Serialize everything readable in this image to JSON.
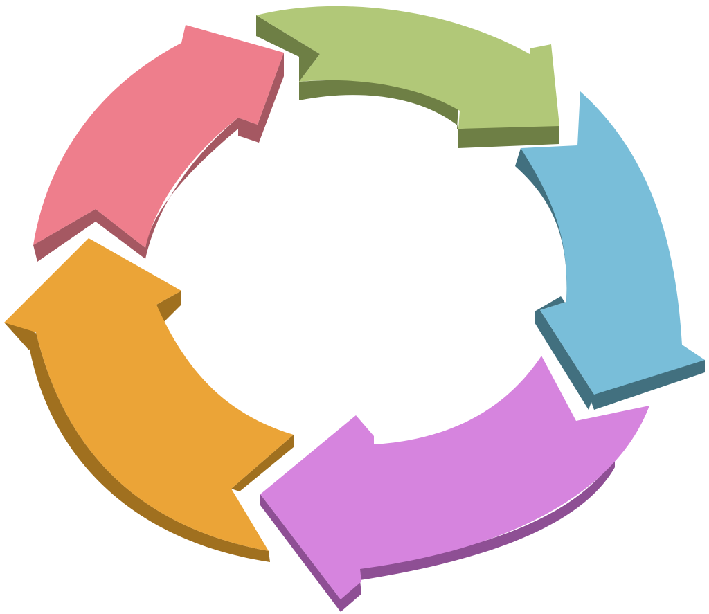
{
  "diagram": {
    "type": "cycle",
    "direction": "clockwise",
    "background": "#ffffff",
    "arrows": [
      {
        "key": "green",
        "name": "green-arrow",
        "top": "#b1c878",
        "side": "#6e7f45",
        "points_to": "blue"
      },
      {
        "key": "blue",
        "name": "blue-arrow",
        "top": "#79bed9",
        "side": "#42707f",
        "points_to": "purple"
      },
      {
        "key": "purple",
        "name": "purple-arrow",
        "top": "#d684de",
        "side": "#8e4f94",
        "points_to": "orange"
      },
      {
        "key": "orange",
        "name": "orange-arrow",
        "top": "#eba437",
        "side": "#a0701f",
        "points_to": "pink"
      },
      {
        "key": "pink",
        "name": "pink-arrow",
        "top": "#ee7e8c",
        "side": "#a55862",
        "points_to": "green"
      }
    ]
  }
}
